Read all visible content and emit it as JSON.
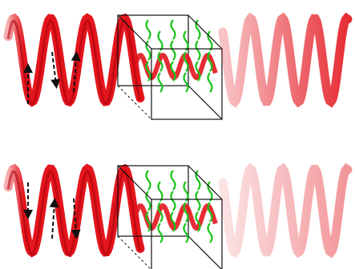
{
  "panels": [
    {
      "id": "top",
      "arrow_sense": "up"
    },
    {
      "id": "bottom",
      "arrow_sense": "down"
    }
  ],
  "colors": {
    "beam": "#e3151d",
    "beam_dark": "#a8000a",
    "beam_faded": "#f4b6b8",
    "helix_mark": "#18c418",
    "cube_edge": "#111111",
    "arrow": "#111111"
  },
  "icons": [
    "arrow-up-icon",
    "arrow-down-icon"
  ]
}
